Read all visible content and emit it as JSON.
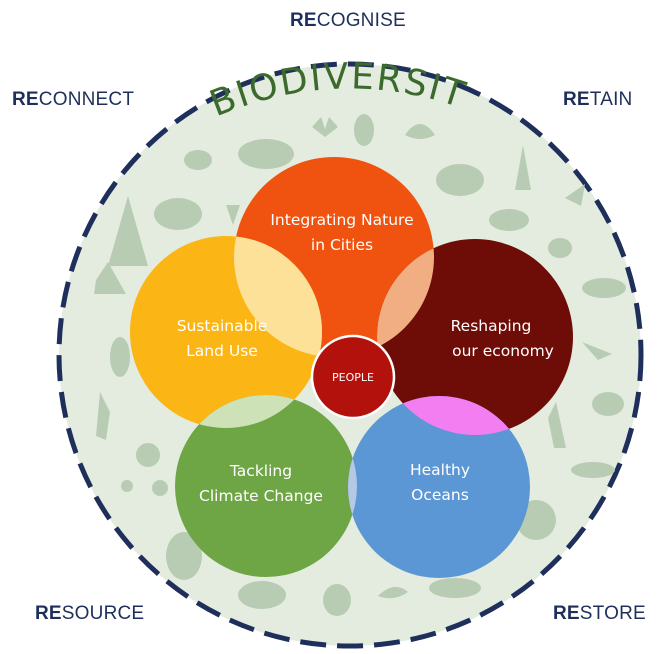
{
  "labels": {
    "top": {
      "prefix": "RE",
      "rest": "COGNISE"
    },
    "top_left": {
      "prefix": "RE",
      "rest": "CONNECT"
    },
    "top_right": {
      "prefix": "RE",
      "rest": "TAIN"
    },
    "bottom_left": {
      "prefix": "RE",
      "rest": "SOURCE"
    },
    "bottom_right": {
      "prefix": "RE",
      "rest": "STORE"
    }
  },
  "title": "BIODIVERSITY",
  "center": "PEOPLE",
  "circles": {
    "top": {
      "line1": "Integrating Nature",
      "line2": "in Cities",
      "color": "#f0520f"
    },
    "left": {
      "line1": "Sustainable",
      "line2": "Land Use",
      "color": "#fbb515"
    },
    "right": {
      "line1": "Reshaping",
      "line2": "our economy",
      "color": "#6e0d07"
    },
    "bottom_left": {
      "line1": "Tackling",
      "line2": "Climate Change",
      "color": "#6ea545"
    },
    "bottom_right": {
      "line1": "Healthy",
      "line2": "Oceans",
      "color": "#5a97d4"
    }
  },
  "colors": {
    "ring_dash": "#1f2f5c",
    "background_disc": "#e3ecdf",
    "center_fill": "#b2110c",
    "overlap_top_left": "#fde199",
    "overlap_top_right": "#f1ae82",
    "overlap_right_bottom": "#f27ef2",
    "overlap_bottom": "#b6c8e4",
    "overlap_left_bottom": "#cee2b8"
  }
}
